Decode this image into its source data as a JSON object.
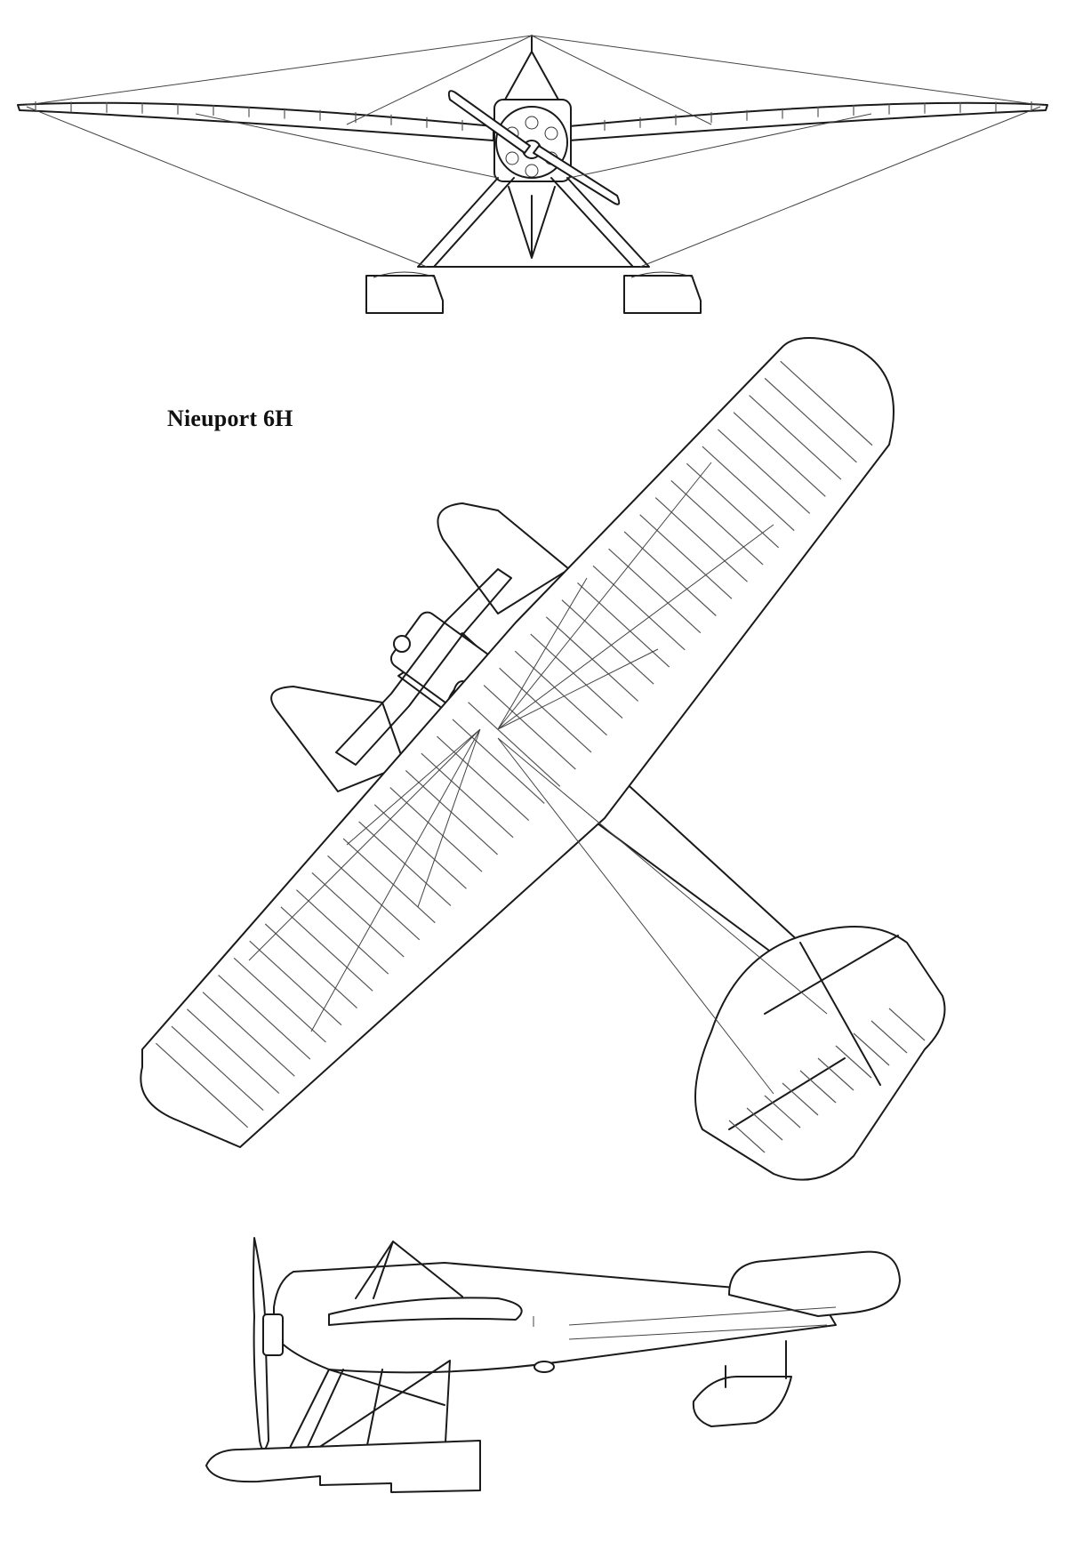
{
  "drawing": {
    "title": "Nieuport 6H",
    "views": [
      "front",
      "top",
      "side"
    ]
  },
  "colors": {
    "ink": "#1a1a1a",
    "paper": "#ffffff"
  }
}
